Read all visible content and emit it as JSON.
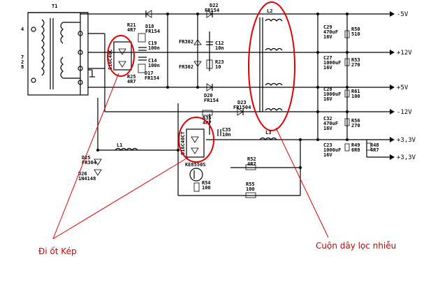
{
  "transformer": {
    "name": "T1"
  },
  "side_marks": [
    "4",
    "7",
    "2",
    "8"
  ],
  "components": {
    "r21": [
      "R21",
      "4R7"
    ],
    "d18": [
      "D18",
      "FR154"
    ],
    "c19": [
      "C19",
      "100n"
    ],
    "c14": [
      "C14",
      "100n"
    ],
    "r25": [
      "R25",
      "4R7"
    ],
    "d17": [
      "D17",
      "FR154"
    ],
    "d22": [
      "D22",
      "FR154"
    ],
    "fr302a": "FR302",
    "fr302b": "FR302",
    "c12": [
      "C12",
      "10n"
    ],
    "r23": [
      "R23",
      "10"
    ],
    "d20": [
      "D20",
      "FR154"
    ],
    "d23": [
      "D23",
      "FR1504"
    ],
    "r35": [
      "R35",
      "4R7"
    ],
    "c35": [
      "C35",
      "10n"
    ],
    "l1": "L1",
    "l2": "L2",
    "l3": "L3",
    "d25": [
      "D25",
      "FR304"
    ],
    "d26": [
      "D26",
      "1N4148"
    ],
    "q": "KE8550S",
    "r52": [
      "R52",
      "4R7"
    ],
    "r54": [
      "R54",
      "100"
    ],
    "r55": [
      "R55",
      "100"
    ],
    "dual1": "S16C40C",
    "dual2": "S16C40CT",
    "c29": [
      "C29",
      "470uF",
      "16V"
    ],
    "r50": [
      "R50",
      "510"
    ],
    "c27": [
      "C27",
      "1000uF",
      "16V"
    ],
    "r53": [
      "R53",
      "270"
    ],
    "c28": [
      "C28",
      "1000uF",
      "16V"
    ],
    "r61": [
      "R61",
      "100"
    ],
    "c32": [
      "C32",
      "470uF",
      "16V"
    ],
    "r56": [
      "R56",
      "270"
    ],
    "c23": [
      "C23",
      "1000uF",
      "16V"
    ],
    "r49": [
      "R49",
      "6R8"
    ],
    "r48": [
      "R48",
      "4R7"
    ]
  },
  "outputs": [
    "-5V",
    "+12V",
    "+5V",
    "-12V",
    "+3,3V",
    "+3,3V"
  ],
  "annotations": {
    "dual_diode": "Đi ốt Kép",
    "filter_coil": "Cuộn dây lọc nhiễu"
  },
  "colors": {
    "line": "#000000",
    "annotation": "#e00000"
  }
}
